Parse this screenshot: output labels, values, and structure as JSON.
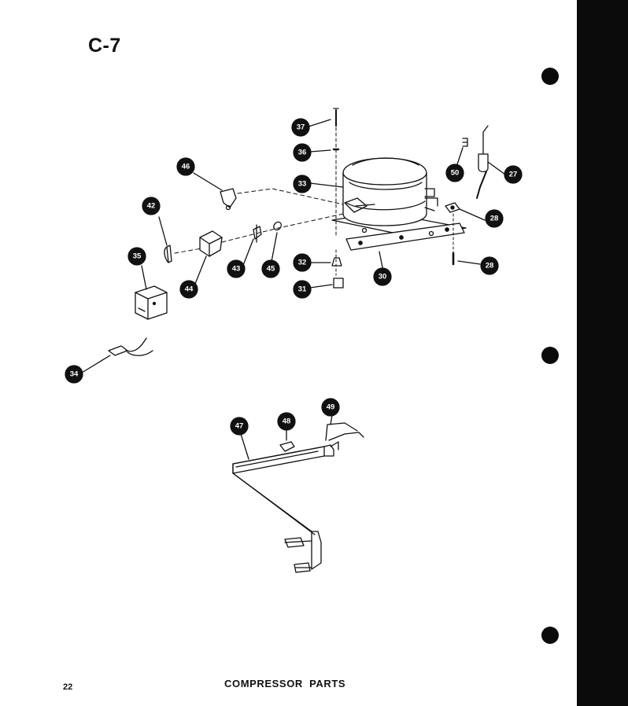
{
  "page": {
    "section_code": "C-7",
    "page_number": "22",
    "caption": "COMPRESSOR PARTS"
  },
  "callouts": [
    {
      "id": "27",
      "label": "27"
    },
    {
      "id": "28a",
      "label": "28"
    },
    {
      "id": "28b",
      "label": "28"
    },
    {
      "id": "30",
      "label": "30"
    },
    {
      "id": "31",
      "label": "31"
    },
    {
      "id": "32",
      "label": "32"
    },
    {
      "id": "33",
      "label": "33"
    },
    {
      "id": "34",
      "label": "34"
    },
    {
      "id": "35",
      "label": "35"
    },
    {
      "id": "36",
      "label": "36"
    },
    {
      "id": "37",
      "label": "37"
    },
    {
      "id": "42",
      "label": "42"
    },
    {
      "id": "43",
      "label": "43"
    },
    {
      "id": "44",
      "label": "44"
    },
    {
      "id": "45",
      "label": "45"
    },
    {
      "id": "46",
      "label": "46"
    },
    {
      "id": "47",
      "label": "47"
    },
    {
      "id": "48",
      "label": "48"
    },
    {
      "id": "49",
      "label": "49"
    },
    {
      "id": "50",
      "label": "50"
    }
  ],
  "colors": {
    "ink": "#111111",
    "paper": "#ffffff"
  }
}
